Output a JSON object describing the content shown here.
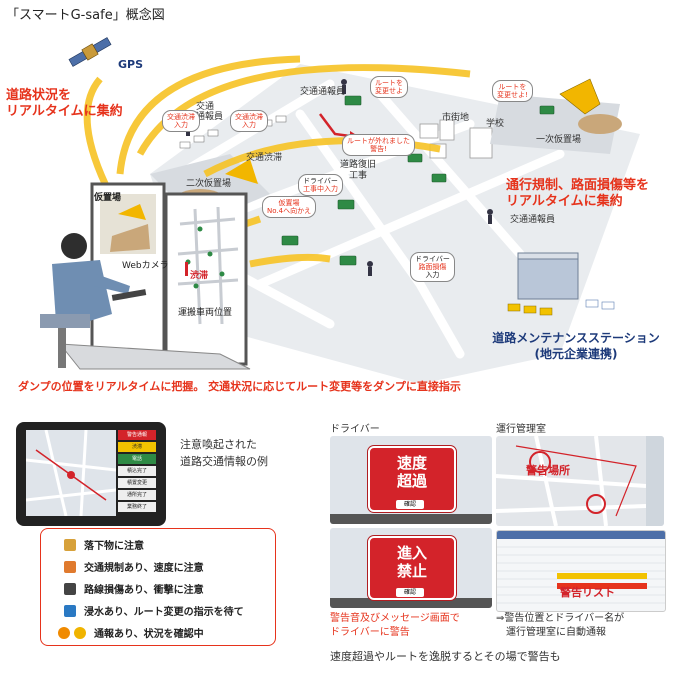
{
  "title": "「スマートG-safe」概念図",
  "gps_label": "GPS",
  "headline_left": [
    "道路状況を",
    "リアルタイムに集約"
  ],
  "headline_right": [
    "通行規制、路面損傷等を",
    "リアルタイムに集約"
  ],
  "area_labels": {
    "traffic_staff_1": "交通通報員",
    "traffic_staff_2": "交通\n通報員",
    "traffic_jam": "交通渋滞",
    "urban": "市街地",
    "school": "学校",
    "primary_yard": "一次仮置場",
    "secondary_yard": "二次仮置場",
    "road_restore": "道路復旧\n工事",
    "traffic_staff_3": "交通通報員",
    "temp_yard": "仮置場",
    "webcam": "Webカメラ",
    "jam_marker": "渋滞",
    "truck_position": "運搬車両位置"
  },
  "bubbles": {
    "change_route": [
      "ルートを",
      "変更せよ"
    ],
    "change_route_urgent": [
      "ルートを",
      "変更せよ!"
    ],
    "off_route": [
      "ルートが外れました",
      "警告!"
    ],
    "jam_in_1": [
      "交通渋滞",
      "入力"
    ],
    "jam_in_2": [
      "交通渋滞",
      "入力"
    ],
    "driver_work": [
      "ドライバー",
      "工事中入力"
    ],
    "yard_no4": [
      "仮置場",
      "No.4へ向かえ"
    ],
    "driver_damage": [
      "ドライバー",
      "路面損傷",
      "入力"
    ]
  },
  "station": [
    "道路メンテナンスステーション",
    "(地元企業連携)"
  ],
  "instruction": "ダンプの位置をリアルタイムに把握。 交通状況に応じてルート変更等をダンプに直接指示",
  "tablet_caption": [
    "注意喚起された",
    "道路交通情報の例"
  ],
  "tablet_buttons": [
    "警告通報",
    "渋滞",
    "電話",
    "積込完了",
    "積置変更",
    "通所完了",
    "業務終了"
  ],
  "legend": [
    {
      "label": "落下物に注意",
      "color": "#d7a13a"
    },
    {
      "label": "交通規制あり、速度に注意",
      "color": "#e07a2e"
    },
    {
      "label": "路線損傷あり、衝撃に注意",
      "color": "#444444"
    },
    {
      "label": "浸水あり、ルート変更の指示を待て",
      "color": "#2a79c3"
    },
    {
      "label": "通報あり、状況を確認中",
      "color": "#f0b400"
    }
  ],
  "driver_section": {
    "heading": "ドライバー",
    "warn1": [
      "速度",
      "超過"
    ],
    "warn2": [
      "進入",
      "禁止"
    ],
    "ok": "確認",
    "caption": [
      "警告音及びメッセージ画面で",
      "ドライバーに警告"
    ]
  },
  "control_section": {
    "heading": "運行管理室",
    "warn_place": "警告場所",
    "warn_list": "警告リスト",
    "caption": [
      "⇒警告位置とドライバー名が",
      "運行管理室に自動通報"
    ]
  },
  "bottom_caption": "速度超過やルートを逸脱するとその場で警告も"
}
